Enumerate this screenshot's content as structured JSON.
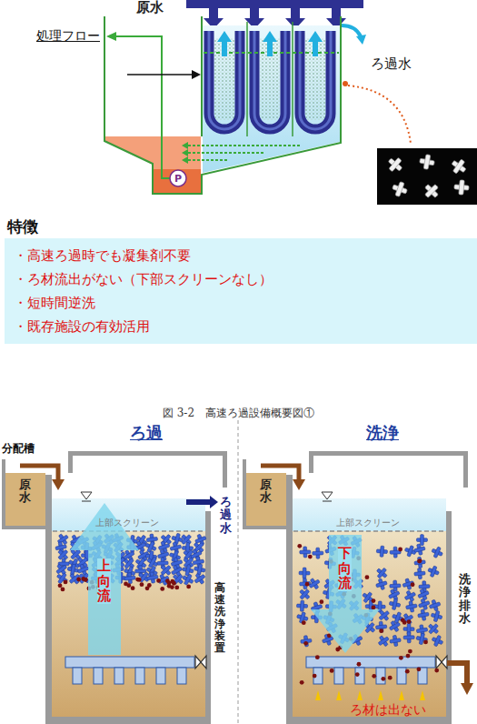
{
  "diagram": {
    "caption": "図 3-2　高速ろ過設備概要図①",
    "nodes": [
      {
        "text": [
          "特徴",
          "・高速ろ過時でも凝集剤不要",
          "・ろ材流出がない（下部スクリーンなし）",
          "・短時間逆洗",
          "・既存施設の有効活用"
        ]
      }
    ],
    "labels": [
      "原水",
      "処理フロー",
      "ろ過水",
      "P",
      "ろ過",
      "洗浄",
      "分配槽",
      "原水",
      "ろ過水",
      "上部スクリーン",
      "上向流",
      "高速洗浄装置",
      "原水",
      "上部スクリーン",
      "下向流",
      "洗浄排水",
      "ろ材は出ない"
    ]
  }
}
